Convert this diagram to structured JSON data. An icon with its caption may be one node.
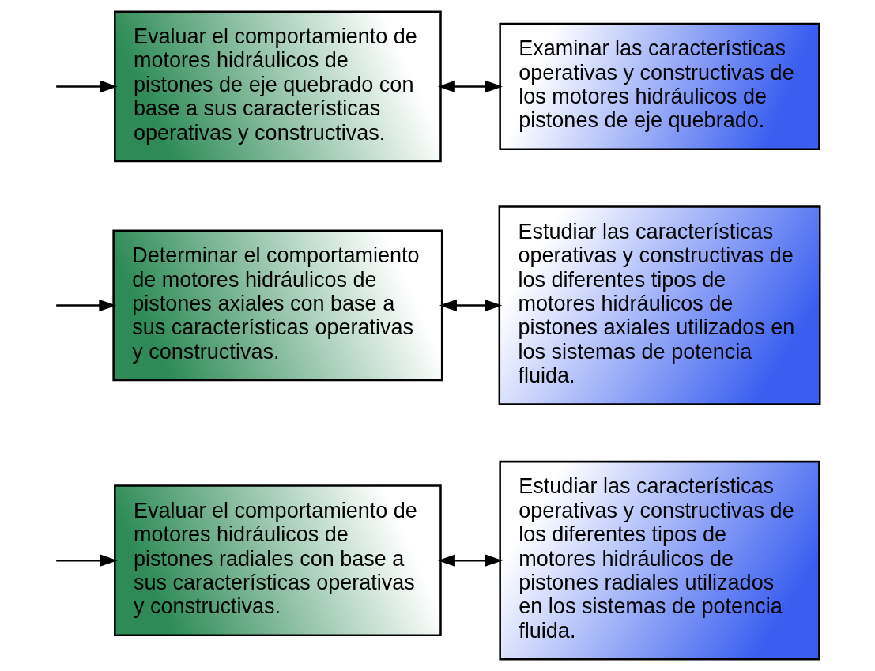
{
  "diagram": {
    "nodes": [
      {
        "text": [
          "Evaluar el comportamiento de motores hidráulicos de pistones radiales con base a sus características operativas y constructivas."
        ]
      },
      {
        "text": [
          "Estudiar las características operativas y constructivas de los diferentes tipos de motores hidráulicos de pistones radiales utilizados en los sistemas de potencia fluida."
        ]
      },
      {
        "text": [
          "Determinar el comportamiento de motores hidráulicos de pistones axiales con base a sus características operativas y constructivas."
        ]
      },
      {
        "text": [
          "Estudiar las características operativas y constructivas de los diferentes tipos de motores hidráulicos de pistones axiales utilizados en los sistemas de potencia fluida."
        ]
      },
      {
        "text": [
          "Evaluar el comportamiento de motores hidráulicos de pistones de eje quebrado con base a sus características operativas y constructivas."
        ]
      },
      {
        "text": [
          "Examinar las características operativas y constructivas de los motores hidráulicos de pistones de eje quebrado."
        ]
      }
    ],
    "edges": [
      {
        "from": null,
        "to": 0,
        "arrow": "to"
      },
      {
        "from": 0,
        "to": 1,
        "arrow": "both"
      },
      {
        "from": null,
        "to": 2,
        "arrow": "to"
      },
      {
        "from": 2,
        "to": 3,
        "arrow": "both"
      },
      {
        "from": null,
        "to": 4,
        "arrow": "to"
      },
      {
        "from": 4,
        "to": 5,
        "arrow": "both"
      }
    ]
  }
}
